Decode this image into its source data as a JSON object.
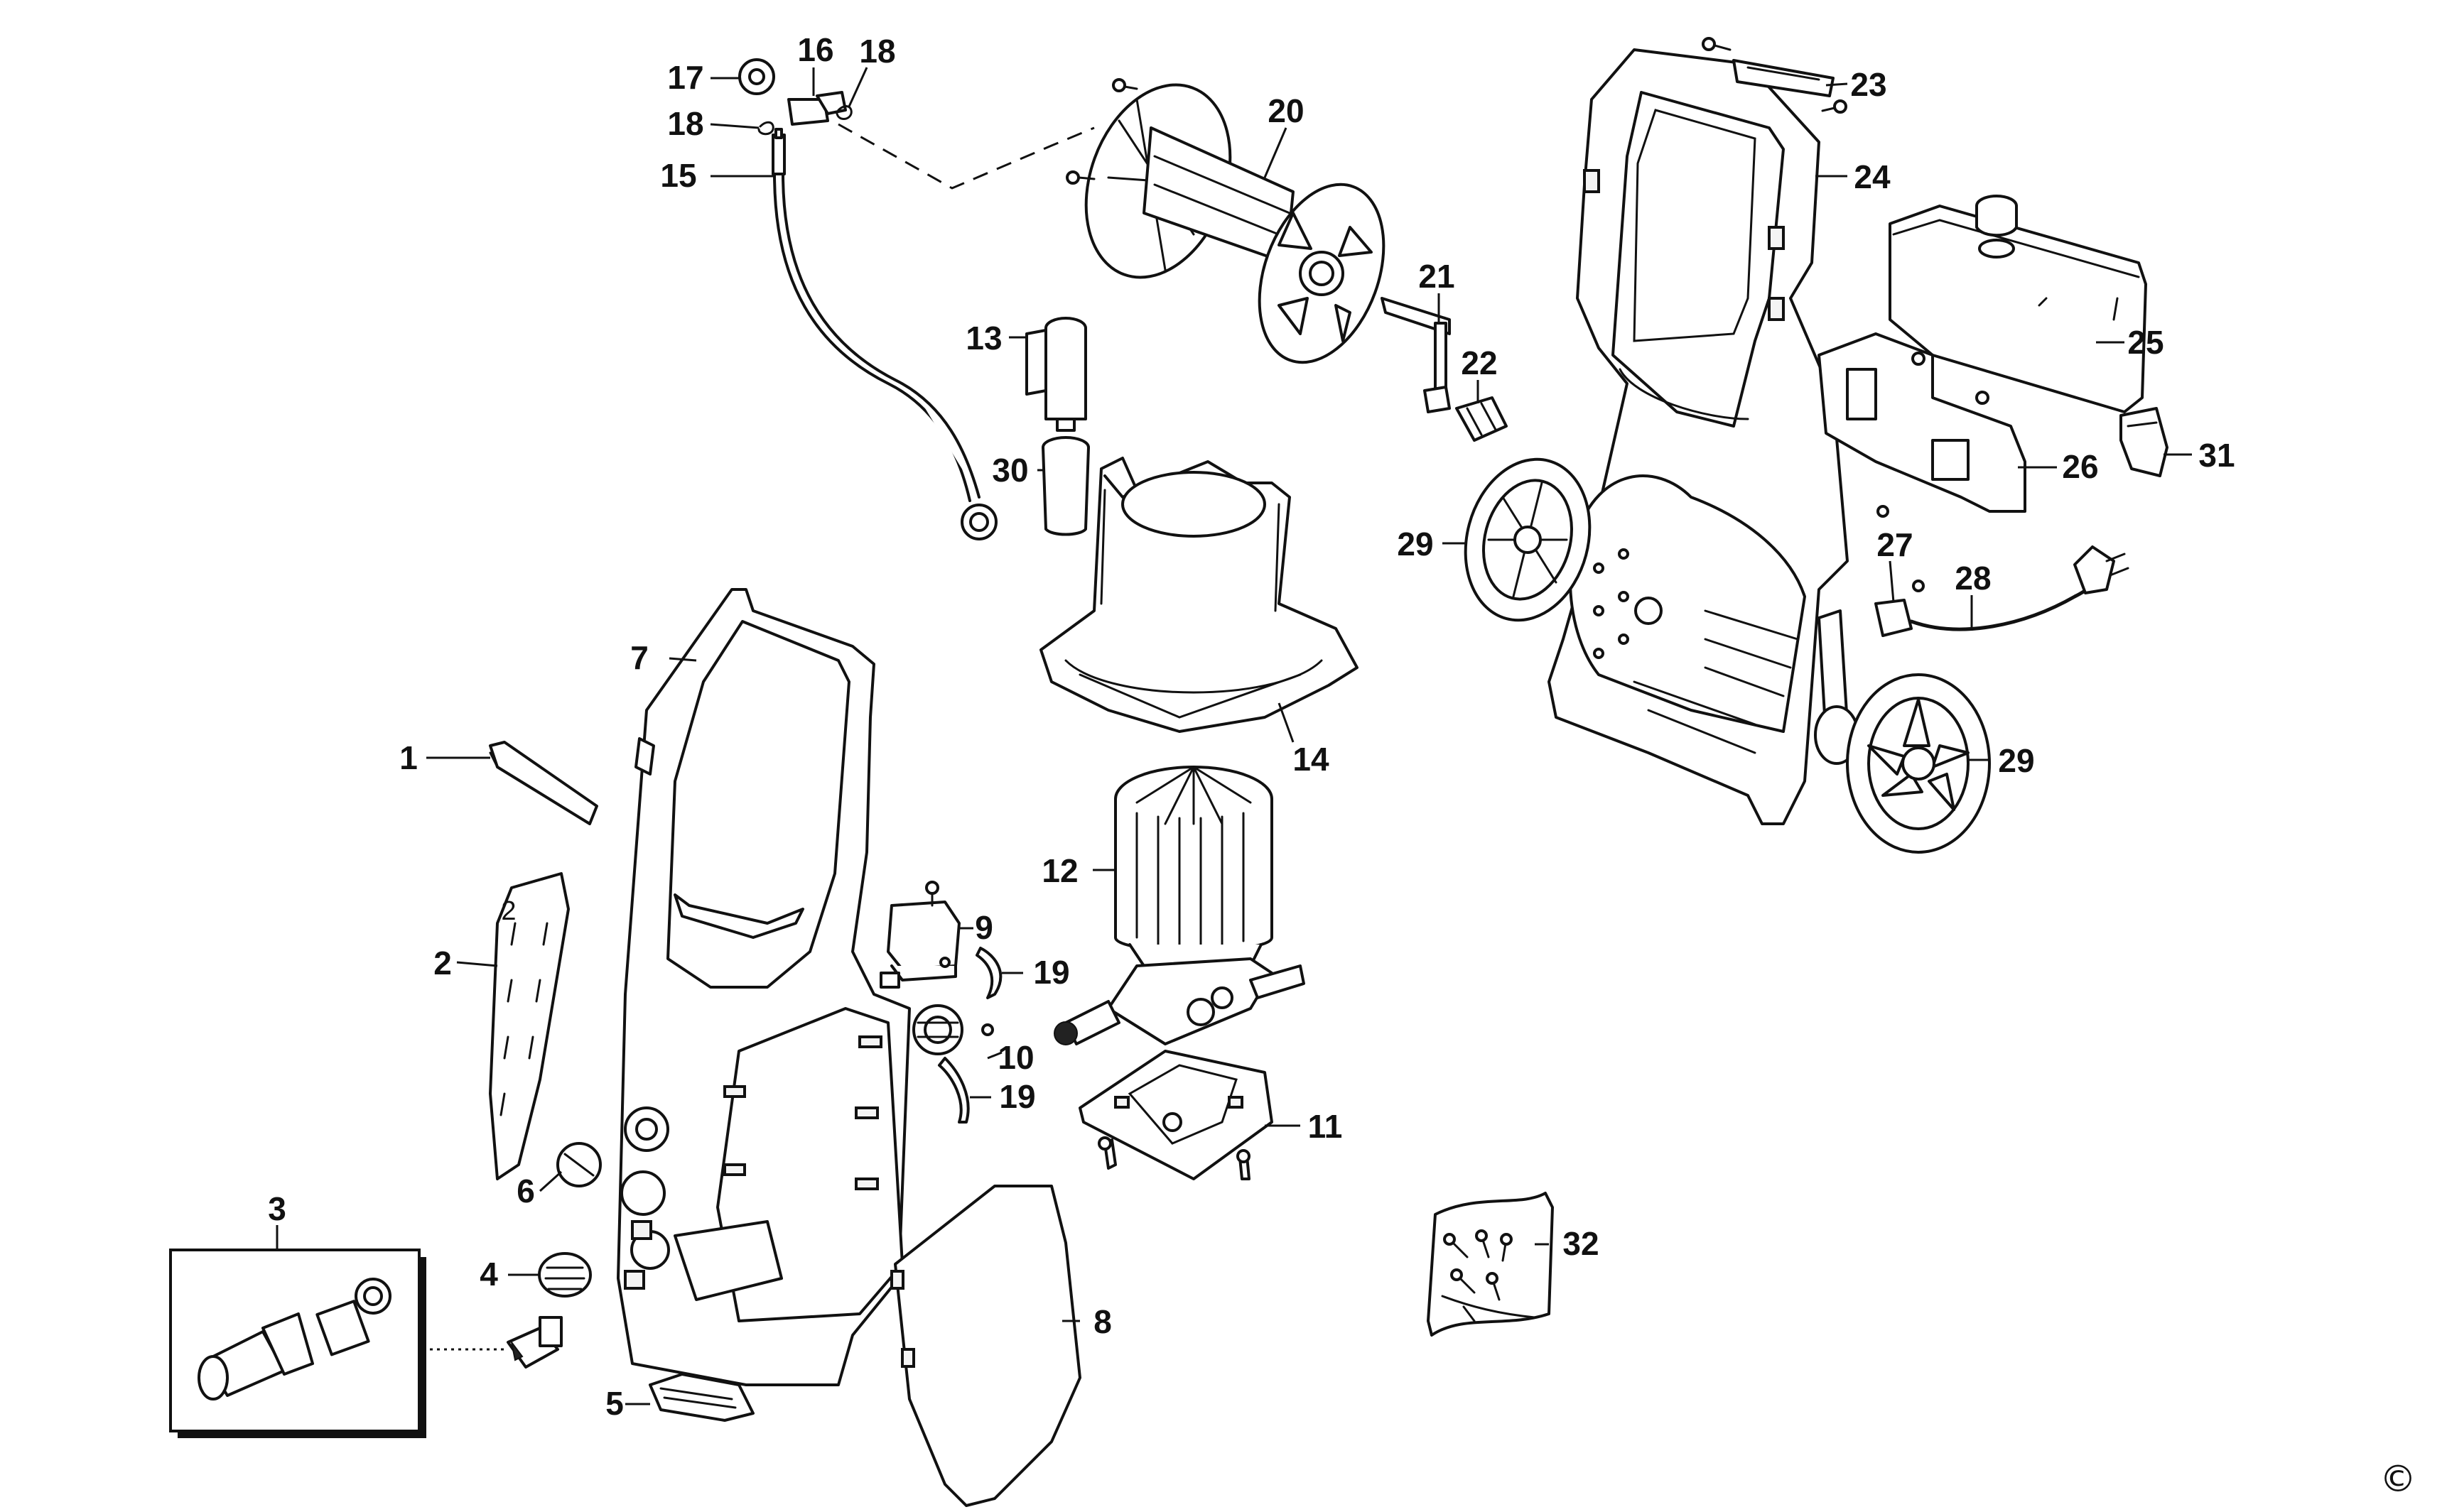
{
  "callouts": {
    "c1": "1",
    "c2": "2",
    "c2b": "2",
    "c3": "3",
    "c4": "4",
    "c5": "5",
    "c6": "6",
    "c7": "7",
    "c8": "8",
    "c9": "9",
    "c10": "10",
    "c11": "11",
    "c12": "12",
    "c13": "13",
    "c14": "14",
    "c15": "15",
    "c16": "16",
    "c17": "17",
    "c18a": "18",
    "c18b": "18",
    "c19a": "19",
    "c19b": "19",
    "c20": "20",
    "c21": "21",
    "c22": "22",
    "c23": "23",
    "c24": "24",
    "c25": "25",
    "c26": "26",
    "c27": "27",
    "c28": "28",
    "c29a": "29",
    "c29b": "29",
    "c30": "30",
    "c31": "31",
    "c32": "32"
  },
  "copyright_mark": "©"
}
